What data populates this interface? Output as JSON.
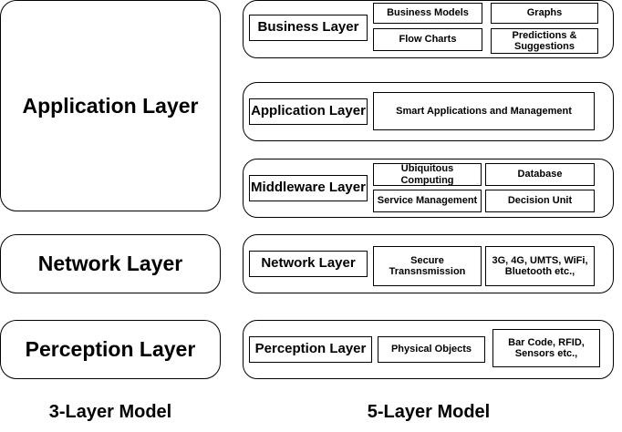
{
  "three_layer": {
    "layers": [
      "Application Layer",
      "Network Layer",
      "Perception Layer"
    ],
    "caption": "3-Layer Model"
  },
  "five_layer": {
    "business": {
      "label": "Business Layer",
      "items": [
        "Business Models",
        "Graphs",
        "Flow Charts",
        "Predictions & Suggestions"
      ]
    },
    "application": {
      "label": "Application Layer",
      "items": [
        "Smart Applications and Management"
      ]
    },
    "middleware": {
      "label": "Middleware Layer",
      "items": [
        "Ubiquitous Computing",
        "Database",
        "Service Management",
        "Decision Unit"
      ]
    },
    "network": {
      "label": "Network Layer",
      "items": [
        "Secure Transnsmission",
        "3G, 4G, UMTS, WiFi, Bluetooth etc.,"
      ]
    },
    "perception": {
      "label": "Perception Layer",
      "items": [
        "Physical Objects",
        "Bar Code, RFID, Sensors etc.,"
      ]
    },
    "caption": "5-Layer Model"
  }
}
